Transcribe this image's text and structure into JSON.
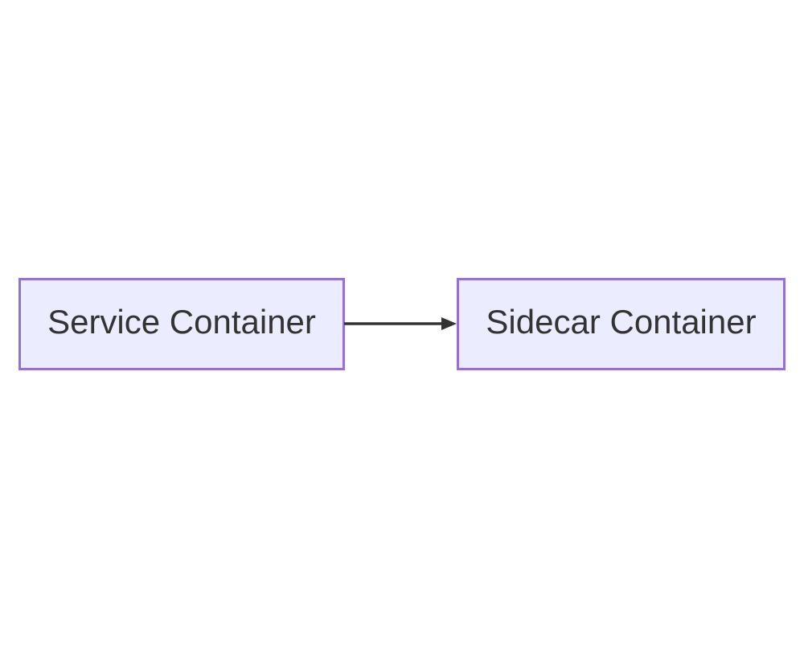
{
  "diagram": {
    "type": "flowchart-lr",
    "nodes": [
      {
        "id": "service",
        "label": "Service Container"
      },
      {
        "id": "sidecar",
        "label": "Sidecar Container"
      }
    ],
    "edges": [
      {
        "from": "service",
        "to": "sidecar",
        "style": "solid-arrow",
        "label": ""
      }
    ],
    "colors": {
      "node_fill": "#ECECFF",
      "node_border": "#9370DB",
      "text": "#333333",
      "edge": "#333333",
      "background": "#FFFFFF"
    }
  }
}
